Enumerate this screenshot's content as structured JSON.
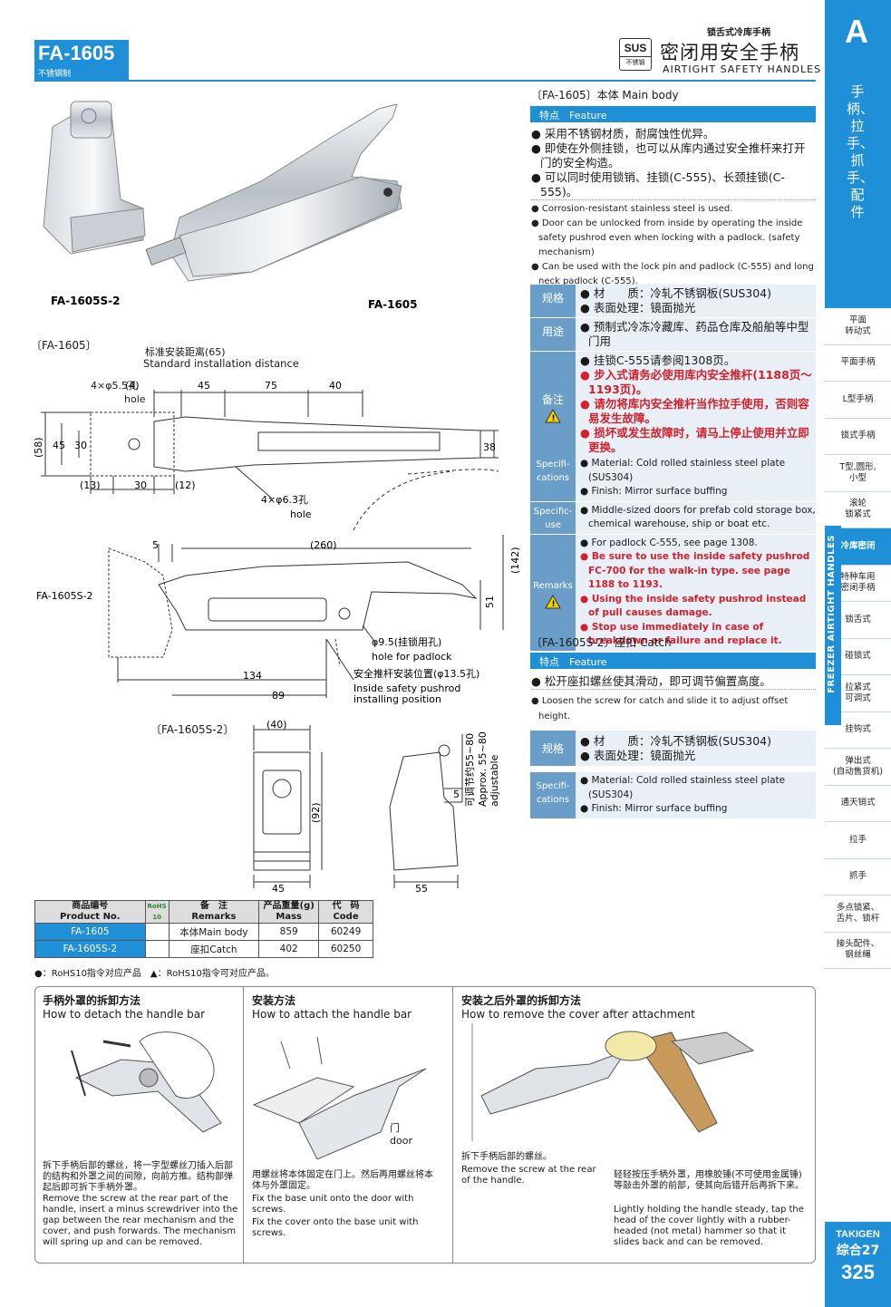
{
  "header": {
    "model": "FA-1605",
    "material": "不锈钢制",
    "category": "锁舌式冷库手柄",
    "sus_top": "SUS",
    "sus_bottom": "不锈钢",
    "title_cn": "密闭用安全手柄",
    "title_en": "AIRTIGHT SAFETY HANDLES"
  },
  "tab": {
    "letter": "A",
    "label": "手柄、拉手、抓手、配件"
  },
  "sidebar": {
    "strip_label": "FREEZER AIRTIGHT HANDLES",
    "items": [
      {
        "label": "平面\n转动式",
        "active": false
      },
      {
        "label": "平面手柄",
        "active": false
      },
      {
        "label": "L型手柄",
        "active": false
      },
      {
        "label": "锁式手柄",
        "active": false
      },
      {
        "label": "T型,圆形,\n小型",
        "active": false
      },
      {
        "label": "滚轮\n锁紧式",
        "active": false
      },
      {
        "label": "冷库密闭",
        "active": true
      },
      {
        "label": "特种车用\n密闭手柄",
        "active": false
      },
      {
        "label": "锁舌式",
        "active": false
      },
      {
        "label": "碰锁式",
        "active": false
      },
      {
        "label": "拉紧式\n可调式",
        "active": false
      },
      {
        "label": "挂钩式",
        "active": false
      },
      {
        "label": "弹出式\n(自动售货机)",
        "active": false
      },
      {
        "label": "通天销式",
        "active": false
      },
      {
        "label": "拉手",
        "active": false
      },
      {
        "label": "抓手",
        "active": false
      },
      {
        "label": "多点锁紧、\n舌片、锁杆",
        "active": false
      },
      {
        "label": "接头配件、\n钢丝绳",
        "active": false
      }
    ]
  },
  "footer": {
    "brand": "TAKIGEN",
    "section": "综合27",
    "page": "325"
  },
  "photos": {
    "catch_label": "FA-1605S-2",
    "handle_label": "FA-1605"
  },
  "main_body": {
    "heading": "〔FA-1605〕本体 Main body",
    "feature_label": "特点　Feature",
    "features_cn": [
      "采用不锈钢材质，耐腐蚀性优异。",
      "即使在外侧挂锁，也可以从库内通过安全推杆来打开门的安全构造。",
      "可以同时使用锁销、挂锁(C-555)、长颈挂锁(C-555)。"
    ],
    "features_en": [
      "Corrosion-resistant stainless steel is used.",
      "Door can be unlocked from inside by operating the inside safety pushrod even when locking with a padlock. (safety mechanism)",
      "Can be used with the lock pin and padlock (C-555) and long neck padlock (C-555)."
    ],
    "spec_cn": {
      "label_spec": "规格",
      "spec": [
        "材　　质：冷轧不锈钢板(SUS304)",
        "表面处理：镜面抛光"
      ],
      "label_use": "用途",
      "use": [
        "预制式冷冻冷藏库、药品仓库及船舶等中型门用"
      ],
      "label_note": "备注",
      "note_plain": "挂锁C-555请参阅1308页。",
      "note_red": [
        "步入式请务必使用库内安全推杆(1188页～1193页)。",
        "请勿将库内安全推杆当作拉手使用，否则容易发生故障。",
        "损坏或发生故障时，请马上停止使用并立即更换。"
      ]
    },
    "spec_en": {
      "label_spec": "Specifi-\ncations",
      "spec": [
        "Material: Cold rolled stainless steel plate (SUS304)",
        "Finish: Mirror surface buffing"
      ],
      "label_use": "Specific-\nuse",
      "use": [
        "Middle-sized doors for prefab cold storage box, chemical warehouse, ship or boat etc."
      ],
      "label_note": "Remarks",
      "note_plain": "For padlock C-555, see page 1308.",
      "note_red": [
        "Be sure to use the inside safety pushrod FC-700 for the walk-in type. see page 1188 to 1193.",
        "Using the inside safety pushrod instead of pull causes damage.",
        "Stop use immediately in case of breakdown or failure and replace it."
      ]
    }
  },
  "catch": {
    "heading": "〔FA-1605S-2〕座扣 Catch",
    "feature_label": "特点　Feature",
    "feature_cn": "松开座扣螺丝使其滑动，即可调节偏置高度。",
    "feature_en": "Loosen the screw for catch and slide it to adjust offset height.",
    "label_spec": "规格",
    "spec_cn": [
      "材　　质：冷轧不锈钢板(SUS304)",
      "表面处理：镜面抛光"
    ],
    "label_spec_en": "Specifi-\ncations",
    "spec_en": [
      "Material:  Cold rolled stainless steel plate (SUS304)",
      "Finish: Mirror surface buffing"
    ]
  },
  "drawing": {
    "fig1_label": "〔FA-1605〕",
    "fig2_label": "〔FA-1605S-2〕",
    "std_dist_cn": "标准安装距离(65)",
    "std_dist_en": "Standard installation distance",
    "hole_55": "4×φ5.5孔",
    "hole_55_en": "hole",
    "hole_63": "4×φ6.3孔",
    "hole_63_en": "hole",
    "padlock_cn": "φ9.5(挂锁用孔)",
    "padlock_en": "hole for padlock",
    "pushrod_cn": "安全推杆安装位置(φ13.5孔)",
    "pushrod_en1": "Inside safety pushrod",
    "pushrod_en2": "installing position",
    "adjust_cn": "可调节约55~80",
    "adjust_en1": "Approx. 55~80",
    "adjust_en2": "adjustable",
    "catch_tag": "FA-1605S-2",
    "dims": {
      "d4": "(4)",
      "d45": "45",
      "d75": "75",
      "d40": "40",
      "d58": "(58)",
      "d45v": "45",
      "d30v": "30",
      "d38": "38",
      "d13": "(13)",
      "d30": "30",
      "d12": "(12)",
      "d5": "5",
      "d260": "(260)",
      "d142": "(142)",
      "d51": "51",
      "d134": "134",
      "d89": "89",
      "c40": "(40)",
      "c92": "(92)",
      "c45": "45",
      "c55": "55",
      "c5": "5"
    }
  },
  "product_table": {
    "headers": [
      "商品编号\nProduct No.",
      "RoHS\n10",
      "备　注\nRemarks",
      "产品重量(g)\nMass",
      "代　码\nCode"
    ],
    "rows": [
      {
        "product": "FA-1605",
        "rohs": "",
        "remarks": "本体Main body",
        "mass": "859",
        "code": "60249"
      },
      {
        "product": "FA-1605S-2",
        "rohs": "",
        "remarks": "座扣Catch",
        "mass": "402",
        "code": "60250"
      }
    ],
    "note": "●：RoHS10指令对应产品　▲：RoHS10指令可对应产品。"
  },
  "howto": {
    "detach_cn": "手柄外罩的拆卸方法",
    "detach_en": "How to detach the handle bar",
    "detach_text_cn": "拆下手柄后部的螺丝，将一字型螺丝刀插入后部的结构和外罩之间的间隙，向前方推。结构部弹起后即可拆下手柄外罩。",
    "detach_text_en": "Remove the screw at the rear part of the handle, insert a minus screwdriver into the gap between the rear mechanism and the cover, and push forwards. The mechanism will spring up and can be removed.",
    "attach_cn": "安装方法",
    "attach_en": "How to attach the handle bar",
    "door_cn": "门",
    "door_en": "door",
    "attach_text_cn": "用螺丝将本体固定在门上。然后再用螺丝将本体与外罩固定。",
    "attach_text_en1": "Fix the base unit onto the door with screws.",
    "attach_text_en2": "Fix the cover onto the base unit with screws.",
    "remove_cn": "安装之后外罩的拆卸方法",
    "remove_en": "How to remove the cover after attachment",
    "remove_text1_cn": "拆下手柄后部的螺丝。",
    "remove_text1_en": "Remove the screw at the rear of the handle.",
    "remove_text2_cn": "轻轻按压手柄外罩，用橡胶锤(不可使用金属锤)等敲击外罩的前部，使其向后错开后再拆下来。",
    "remove_text2_en": "Lightly holding the handle steady, tap the head of the cover lightly with a rubber-headed (not metal) hammer so that it slides back and can be removed."
  }
}
